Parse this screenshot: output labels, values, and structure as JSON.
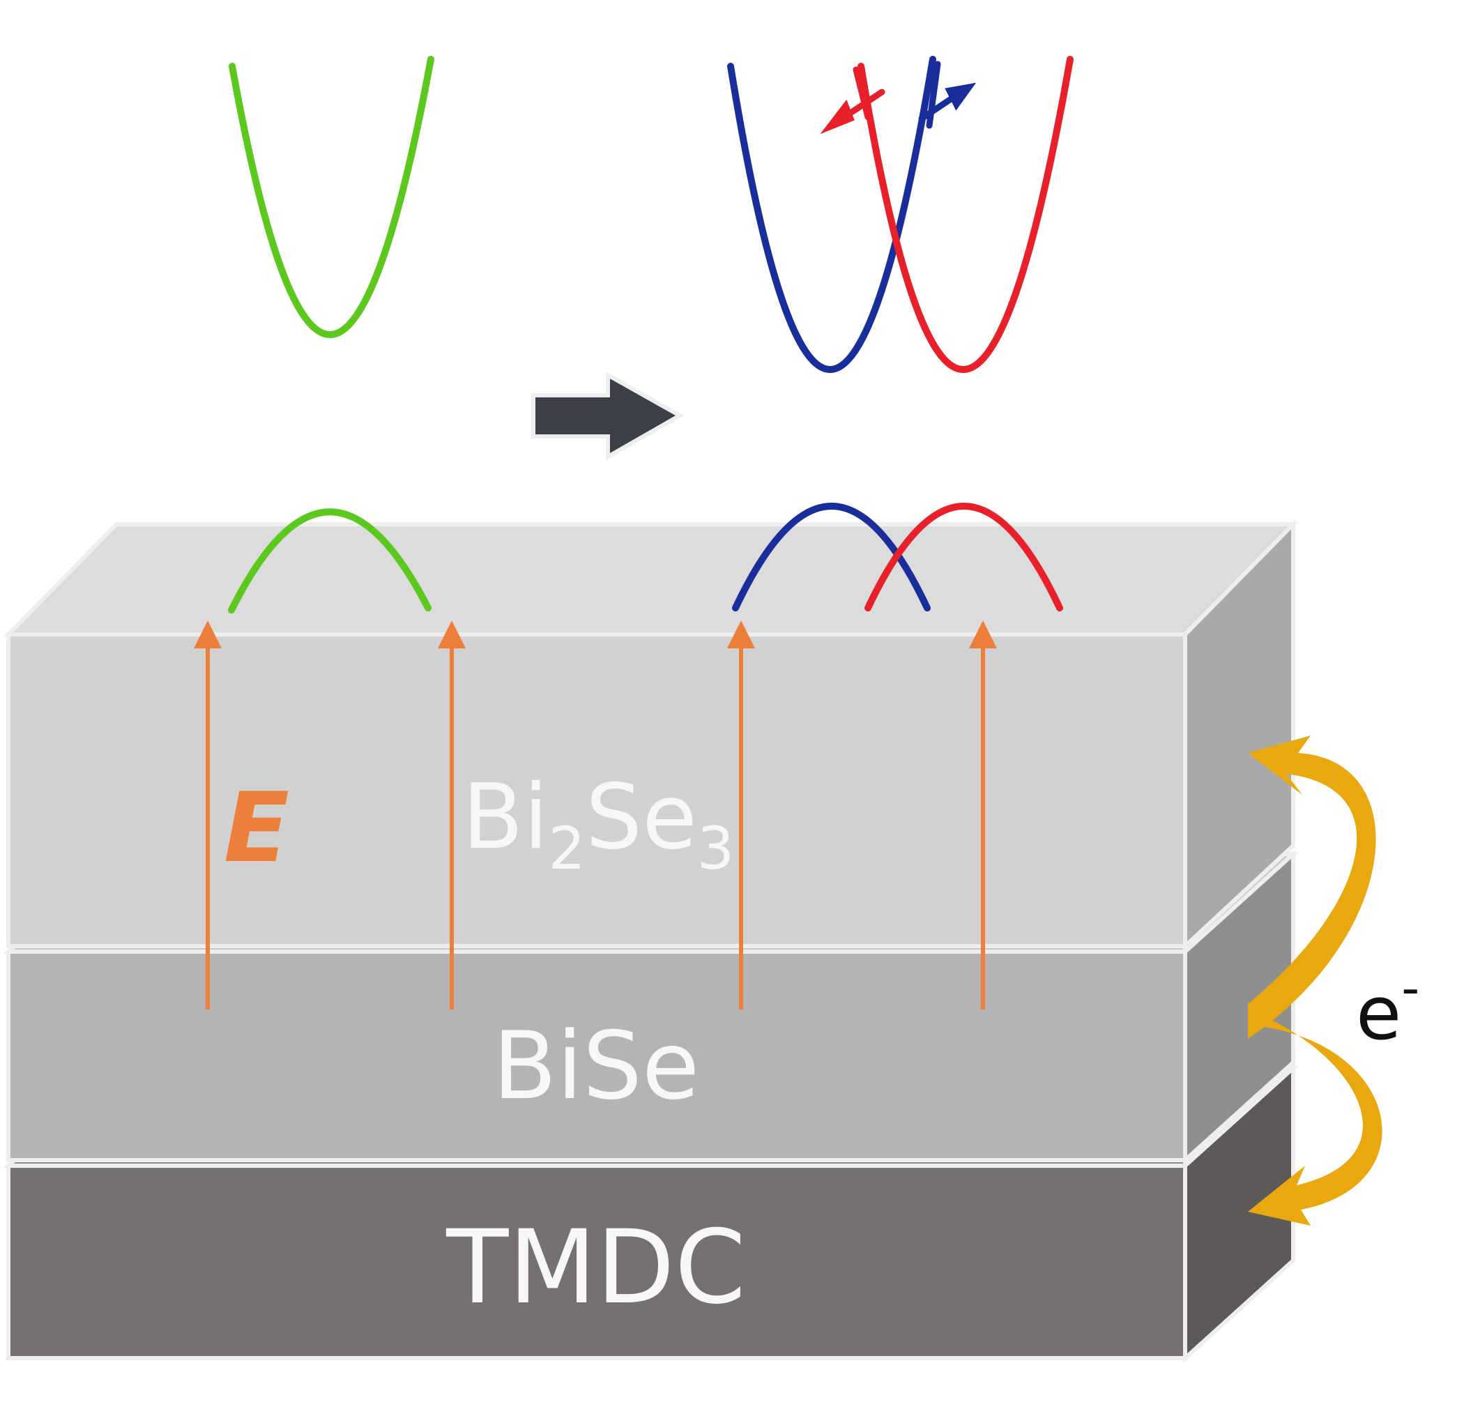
{
  "layers": {
    "top": {
      "label": "Bi",
      "sub1": "2",
      "mid": "Se",
      "sub2": "3"
    },
    "middle": {
      "label": "BiSe"
    },
    "bottom": {
      "label": "TMDC"
    }
  },
  "field": {
    "label": "E",
    "color": "#ee7f3b"
  },
  "electron": {
    "label": "e",
    "sup": "-",
    "color": "#e8a80e"
  },
  "bands": {
    "before": {
      "color": "#5cc81e"
    },
    "after": {
      "spin_up_color": "#1a2e9b",
      "spin_down_color": "#e8202a"
    }
  },
  "colors": {
    "top_front": "#d1d1d1",
    "top_top": "#dcdcdc",
    "top_side": "#a9a9a9",
    "mid_front": "#b4b4b4",
    "mid_top": "#c8c8c8",
    "mid_side": "#8f8f8f",
    "bot_front": "#767170",
    "bot_top": "#8d8988",
    "bot_side": "#5d5958",
    "arrow_dark": "#3a3f4a"
  }
}
